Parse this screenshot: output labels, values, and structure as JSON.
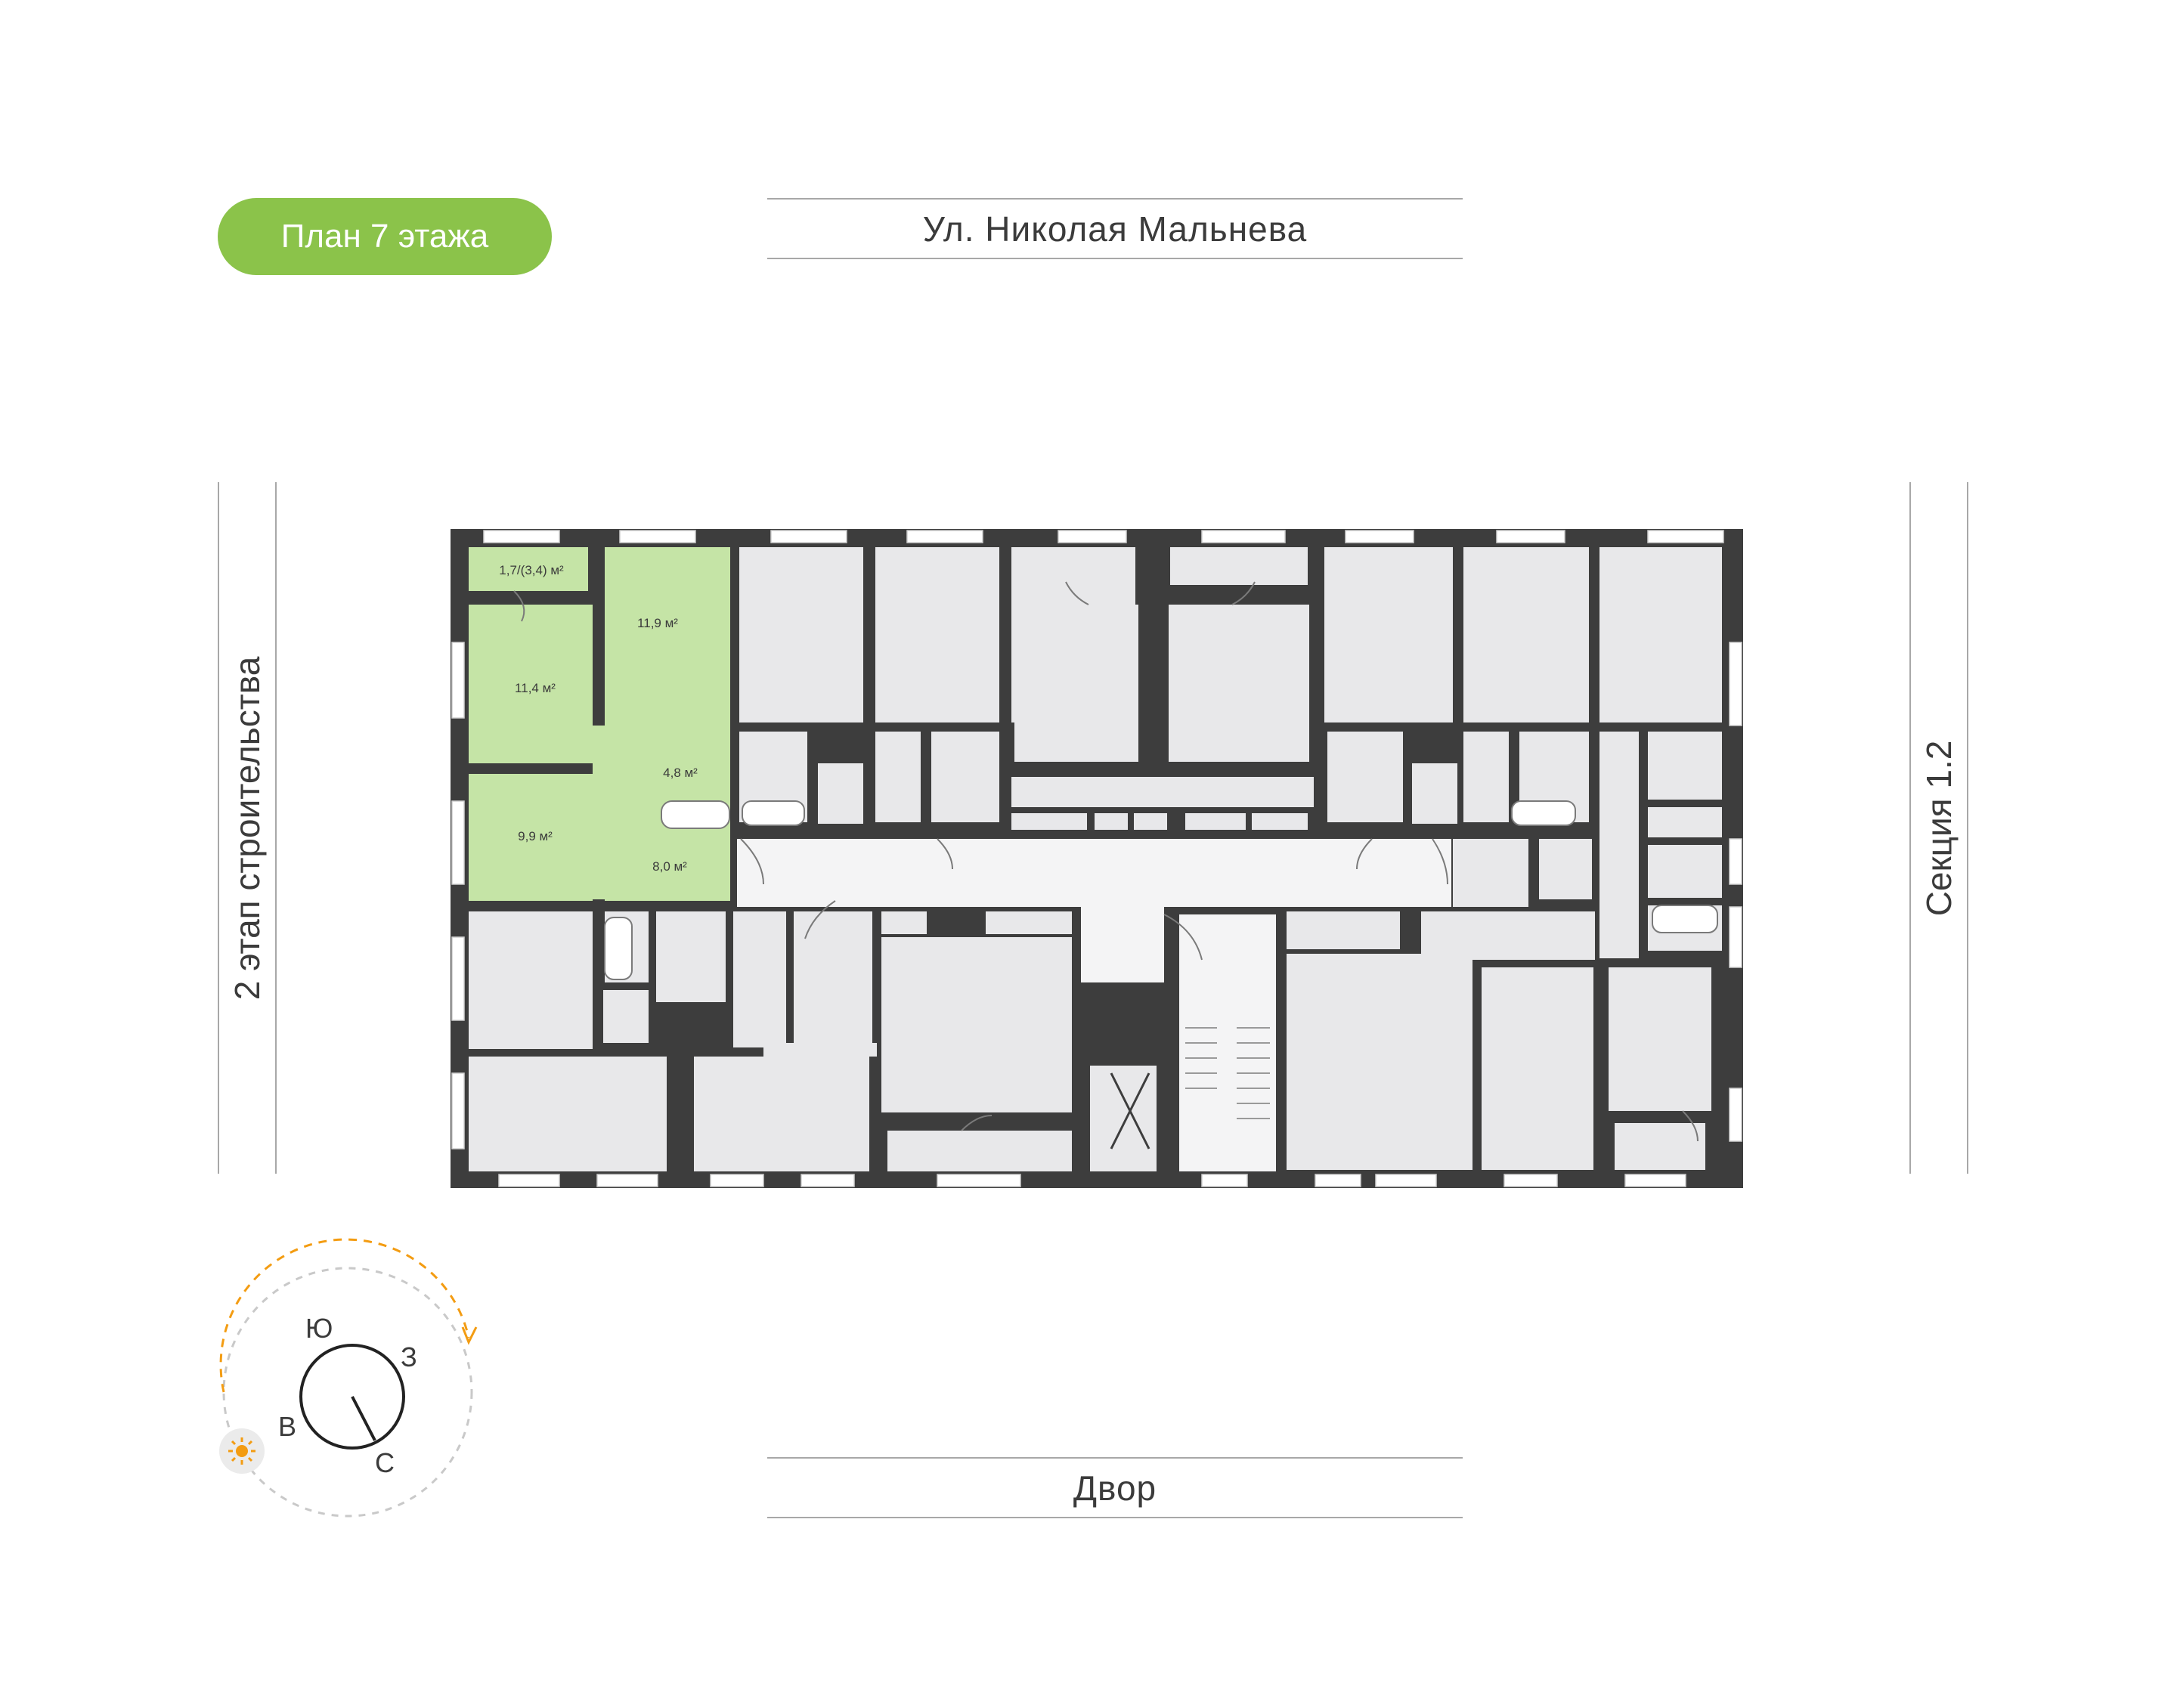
{
  "floor_badge": {
    "label": "План 7 этажа",
    "color": "#8bc34a"
  },
  "streets": {
    "top": "Ул. Николая Мальнева",
    "bottom": "Двор",
    "left": "2 этап строительства",
    "right": "Секция 1.2"
  },
  "selected_apartment": {
    "highlight_color": "#c5e4a6",
    "rooms": [
      {
        "name": "balcony",
        "area": "1,7/(3,4) м²"
      },
      {
        "name": "kitchen",
        "area": "11,9 м²"
      },
      {
        "name": "room-1",
        "area": "11,4 м²"
      },
      {
        "name": "bathroom",
        "area": "4,8 м²"
      },
      {
        "name": "room-2",
        "area": "9,9 м²"
      },
      {
        "name": "hallway",
        "area": "8,0 м²"
      }
    ]
  },
  "compass": {
    "south": "Ю",
    "west": "З",
    "east": "В",
    "north": "С",
    "sun_icon": "sun-icon",
    "path_color": "#f39c12"
  },
  "colors": {
    "wall": "#3d3d3d",
    "room": "#e8e8ea",
    "corridor": "#f4f4f5"
  }
}
